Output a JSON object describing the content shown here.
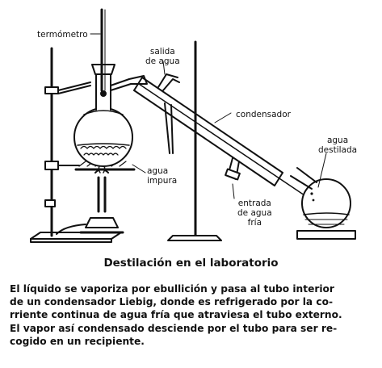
{
  "labels": {
    "termometro": "termómetro",
    "salida": [
      "salida",
      "de agua"
    ],
    "condensador": "condensador",
    "agua_destilada": [
      "agua",
      "destilada"
    ],
    "agua_impura": [
      "agua",
      "impura"
    ],
    "entrada": [
      "entrada",
      "de agua",
      "fría"
    ]
  },
  "caption": "Destilación en el laboratorio",
  "paragraph_lines": [
    "El líquido se vaporiza por ebullición y pasa al tubo interior",
    "de un condensador Liebig, donde es refrigerado por la co-",
    "rriente continua de agua fría que atraviesa el tubo externo.",
    "El vapor así condensado desciende por el tubo para ser re-",
    "cogido en un recipiente."
  ]
}
